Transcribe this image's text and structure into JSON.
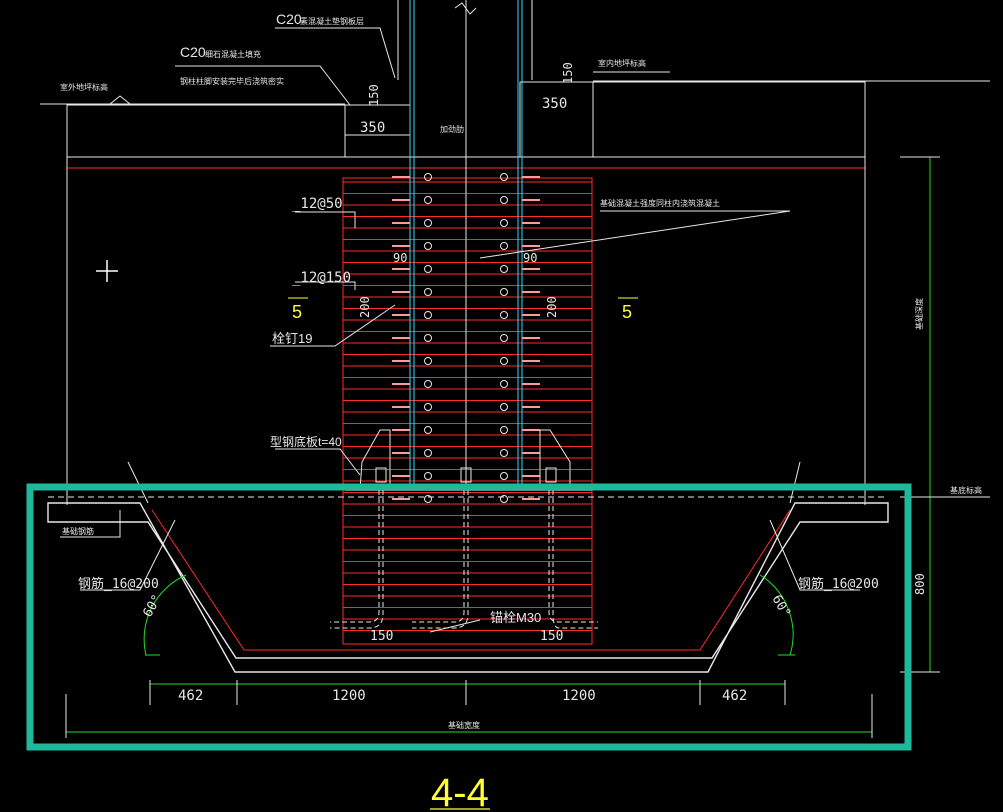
{
  "drawing": {
    "section_title": "4-4",
    "labels": {
      "c20_top": "C20",
      "c20_top_note": "素混凝土垫钢板层",
      "c20_second": "C20",
      "c20_second_note": "细石混凝土填充",
      "steel_note": "钢柱柱脚安装完毕后浇筑密实",
      "indoor_grade_left": "室外地坪标高",
      "indoor_grade_right": "室内地坪标高",
      "stiffener": "加劲肋",
      "rebar_top": "_12@50",
      "rebar_mid": "_12@150",
      "stud": "栓钉19",
      "concrete_note": "基础混凝土强度同柱内浇筑混凝土",
      "base_plate": "型钢底板t=40",
      "foundation_rebar_left": "基础钢筋",
      "bar_left": "钢筋_16@200",
      "bar_right": "钢筋_16@200",
      "anchor": "锚栓M30",
      "foundation_width": "基础宽度",
      "foundation_depth": "基础深度",
      "bottom_elev": "基底标高",
      "sec_mark_left": "5",
      "sec_mark_right": "5"
    },
    "dims": {
      "d150_left": "150",
      "d150_right": "150",
      "d350_left": "350",
      "d350_right": "350",
      "d90_left": "90",
      "d90_right": "90",
      "d200_left": "200",
      "d200_right": "200",
      "d150_bot_left": "150",
      "d150_bot_right": "150",
      "d800": "800",
      "angle_left": "60°",
      "angle_right": "60°",
      "bottom": [
        "462",
        "1200",
        "1200",
        "462"
      ]
    },
    "colors": {
      "background": "#000000",
      "highlight_box": "#1fb89a",
      "rebar": "#ff2a2a",
      "column": "#33d6ff"
    }
  }
}
